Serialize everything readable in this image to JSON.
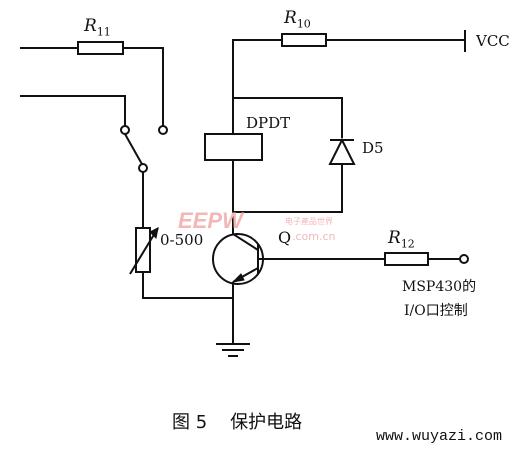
{
  "labels": {
    "r11_main": "R",
    "r11_sub": "11",
    "r10_main": "R",
    "r10_sub": "10",
    "vcc": "VCC",
    "dpdt": "DPDT",
    "d5": "D5",
    "rheostat_range": "0-500",
    "transistor": "Q",
    "r12_main": "R",
    "r12_sub": "12",
    "io_line1": "MSP430的",
    "io_line2": "I/O口控制"
  },
  "watermark": {
    "logo": "EEPW",
    "cn": "电子產品世界",
    "domain": ".com.cn"
  },
  "caption": {
    "figure": "图 5",
    "title": "保护电路"
  },
  "site": "www.wuyazi.com",
  "colors": {
    "line": "#111111",
    "watermark": "#f3b7b7"
  }
}
